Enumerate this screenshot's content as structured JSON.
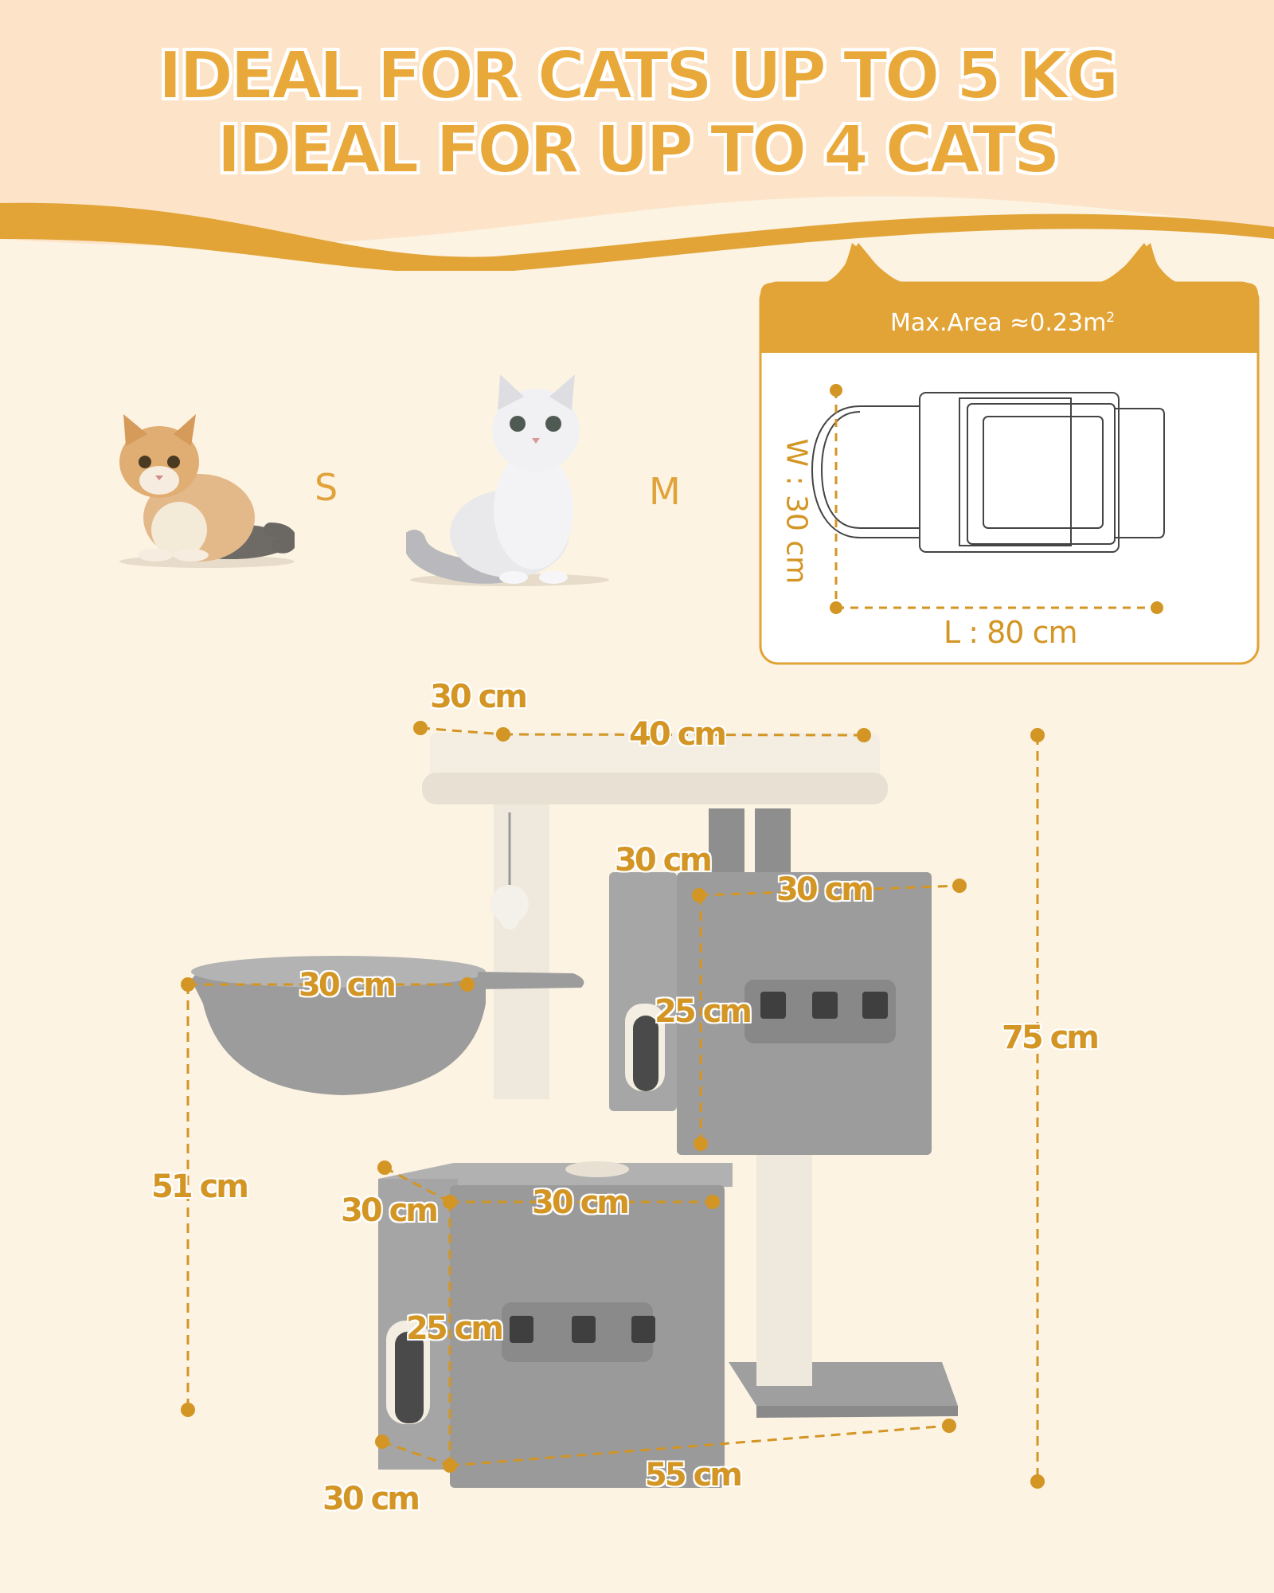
{
  "headline": {
    "line1": "IDEAL FOR CATS UP TO 5 KG",
    "line2": "IDEAL FOR UP TO 4 CATS"
  },
  "cat_sizes": [
    {
      "label": "S"
    },
    {
      "label": "M"
    }
  ],
  "footprint": {
    "max_area_label": "Max.Area ≈0.23m",
    "max_area_superscript": "2",
    "width_label": "W : 30 cm",
    "length_label": "L : 80 cm"
  },
  "dimensions": {
    "top_depth": "30 cm",
    "top_width": "40 cm",
    "upper_box_depth": "30 cm",
    "upper_box_width": "30 cm",
    "upper_box_height": "25 cm",
    "basket_width": "30 cm",
    "total_height": "75 cm",
    "basket_height": "51 cm",
    "lower_box_depth": "30 cm",
    "lower_box_width": "30 cm",
    "lower_box_height": "25 cm",
    "base_depth": "30 cm",
    "base_width": "55 cm"
  },
  "colors": {
    "accent": "#e2a437",
    "background": "#fcf3e3",
    "header_band": "#fde4c8",
    "plush_gray": "#9a9a9a",
    "plush_cream": "#f3ede2"
  }
}
